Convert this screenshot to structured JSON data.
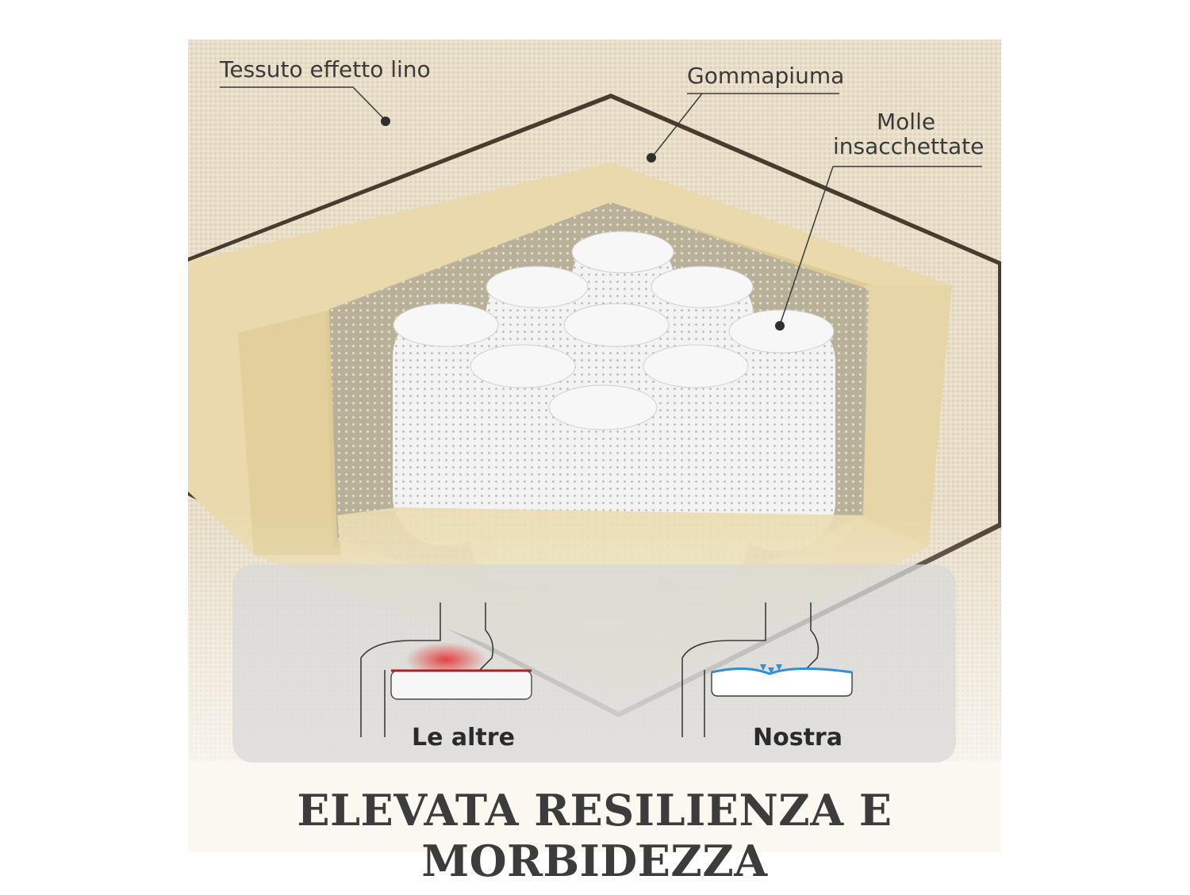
{
  "layers": {
    "fabric": "Tessuto effetto lino",
    "foam": "Gommapiuma",
    "springs_line1": "Molle",
    "springs_line2": "insacchettate"
  },
  "comparison": {
    "left_label": "Le altre",
    "right_label": "Nostra"
  },
  "headline": "ELEVATA RESILIENZA E MORBIDEZZA",
  "colors": {
    "fabric": "#e8dcc6",
    "foam": "#efe2b9",
    "spring_fabric": "#f1f1f1",
    "pressure_red": "#e23a3a",
    "support_blue": "#2f8fd8"
  }
}
